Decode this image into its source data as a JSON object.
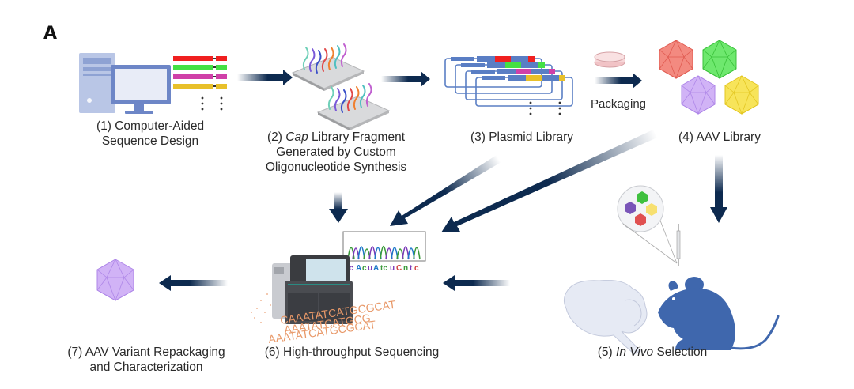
{
  "panel_letter": "A",
  "steps": [
    {
      "number": "(1)",
      "title_lines": [
        "Computer-Aided",
        "Sequence Design"
      ]
    },
    {
      "number": "(2)",
      "italic": "Cap",
      "title_lines": [
        " Library Fragment",
        "Generated by Custom",
        "Oligonucleotide Synthesis"
      ]
    },
    {
      "number": "(3)",
      "title_lines": [
        "Plasmid Library"
      ]
    },
    {
      "number": "(4)",
      "title_lines": [
        "AAV Library"
      ]
    },
    {
      "number": "(5)",
      "italic": "In Vivo",
      "title_lines": [
        " Selection"
      ]
    },
    {
      "number": "(6)",
      "title_lines": [
        "High-throughput Sequencing"
      ]
    },
    {
      "number": "(7)",
      "title_lines": [
        "AAV Variant Repackaging",
        "and Characterization"
      ]
    }
  ],
  "packaging_label": "Packaging",
  "sequence_text": [
    "CAAATATCATGCGCAT",
    "AAATATCATGCG",
    "AAATATCATGCGCAT"
  ],
  "colors": {
    "arrow": "#0d2a4f",
    "red": "#f04848",
    "green": "#4ee04e",
    "purple": "#c7a2f2",
    "yellow": "#f4d93a",
    "magenta": "#d84fa8",
    "mouse": "#3f67ad",
    "plasmid": "#5a7ec4"
  }
}
